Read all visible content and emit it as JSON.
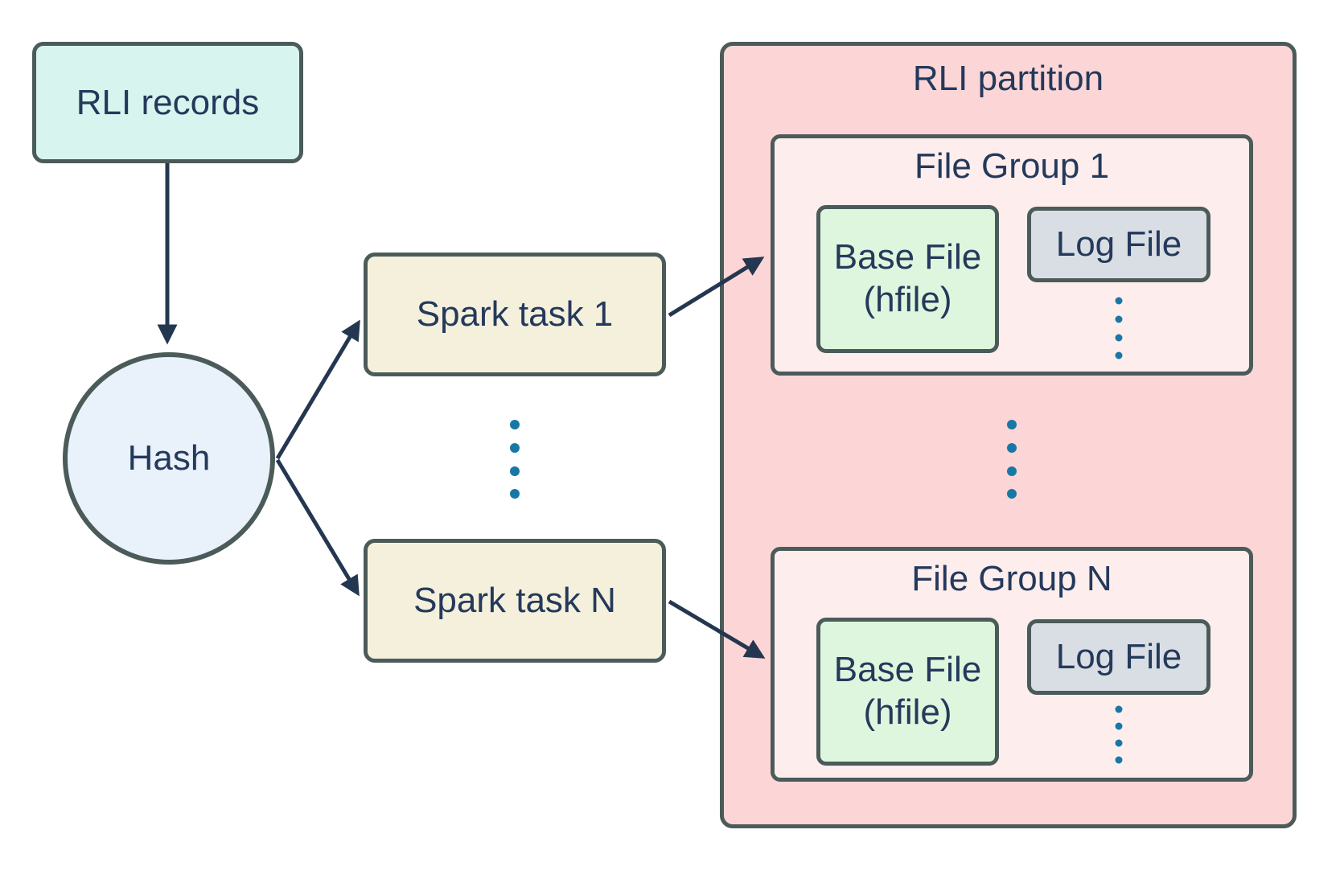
{
  "nodes": {
    "rli_records": {
      "label": "RLI records"
    },
    "hash": {
      "label": "Hash"
    },
    "spark_task_1": {
      "label": "Spark task 1"
    },
    "spark_task_n": {
      "label": "Spark task N"
    }
  },
  "partition": {
    "title": "RLI partition",
    "file_groups": [
      {
        "title": "File Group 1",
        "base_file": {
          "label": "Base File",
          "sublabel": "(hfile)"
        },
        "log_file": {
          "label": "Log File"
        }
      },
      {
        "title": "File Group N",
        "base_file": {
          "label": "Base File",
          "sublabel": "(hfile)"
        },
        "log_file": {
          "label": "Log File"
        }
      }
    ]
  },
  "icons": {
    "ellipsis": "vertical-ellipsis-dots"
  },
  "colors": {
    "records_fill": "#d8f4ee",
    "hash_fill": "#e9f1fb",
    "spark_fill": "#f4f0dc",
    "partition_fill": "#fcd6d6",
    "file_group_fill": "#fdedec",
    "base_file_fill": "#def6dd",
    "log_file_fill": "#d9dee4",
    "border": "#4b5b59",
    "text": "#24395b",
    "arrow": "#243750",
    "ellipsis_dots": "#1878a5",
    "background": "#ffffff"
  }
}
